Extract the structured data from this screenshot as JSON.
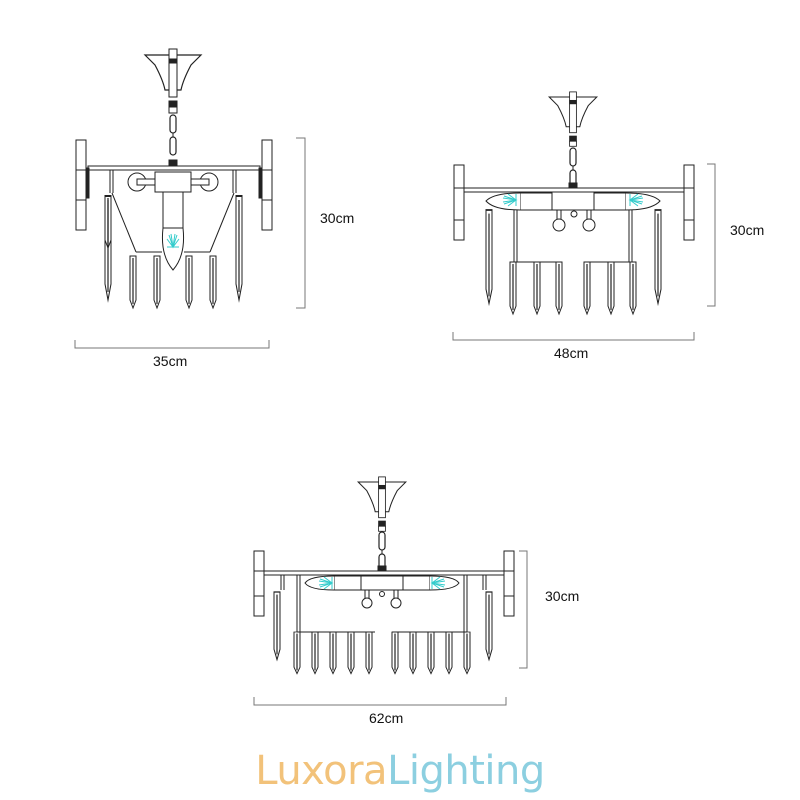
{
  "diagrams": [
    {
      "name": "small-chandelier",
      "lights": 1,
      "height_label": "30cm",
      "width_label": "35cm"
    },
    {
      "name": "medium-chandelier",
      "lights": 2,
      "height_label": "30cm",
      "width_label": "48cm"
    },
    {
      "name": "large-chandelier",
      "lights": 2,
      "height_label": "30cm",
      "width_label": "62cm"
    }
  ],
  "logo": {
    "part1": "Luxora",
    "part2": "Lighting",
    "part1_color": "#f2c27a",
    "part2_color": "#8ccfe0"
  },
  "colors": {
    "line": "#222222",
    "dimension_line": "#888888",
    "bulb": "#33cccc"
  }
}
